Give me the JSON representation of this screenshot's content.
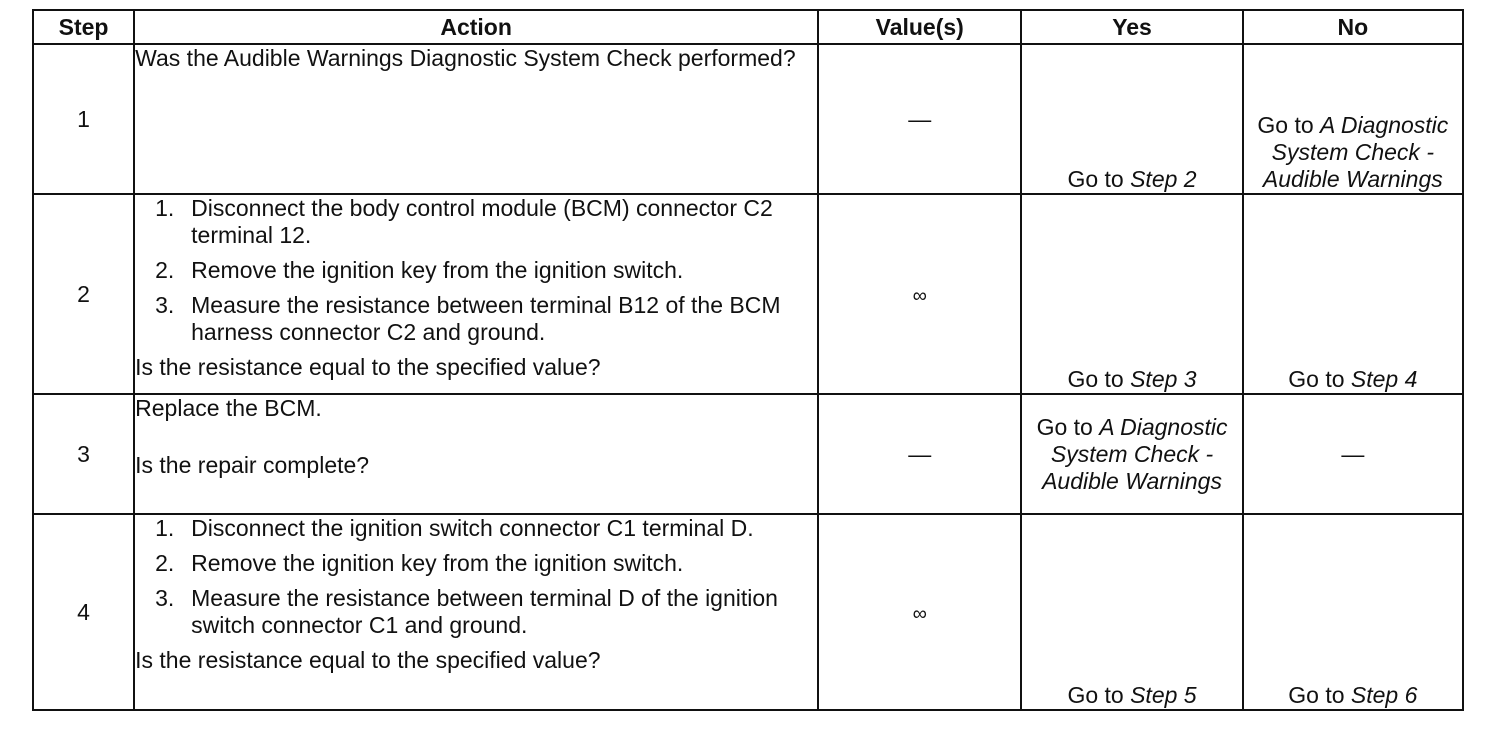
{
  "headers": {
    "step": "Step",
    "action": "Action",
    "values": "Value(s)",
    "yes": "Yes",
    "no": "No"
  },
  "rows": [
    {
      "step": "1",
      "action_text": "Was the Audible Warnings Diagnostic System Check performed?",
      "value": "—",
      "yes": {
        "prefix": "Go to ",
        "ref": "Step 2"
      },
      "no": {
        "prefix": "Go to ",
        "ref": "A Diagnostic System Check - Audible Warnings"
      }
    },
    {
      "step": "2",
      "items": [
        {
          "num": "1.",
          "text": "Disconnect the body control module (BCM) connector C2 terminal 12."
        },
        {
          "num": "2.",
          "text": "Remove the ignition key from the ignition switch."
        },
        {
          "num": "3.",
          "text": "Measure the resistance between terminal B12 of the BCM harness connector C2 and ground."
        }
      ],
      "question": "Is the resistance equal to the specified value?",
      "value": "∞",
      "yes": {
        "prefix": "Go to ",
        "ref": "Step 3"
      },
      "no": {
        "prefix": "Go to ",
        "ref": "Step 4"
      }
    },
    {
      "step": "3",
      "action_text": "Replace the BCM.",
      "question": "Is the repair complete?",
      "value": "—",
      "yes": {
        "prefix": "Go to ",
        "ref": "A Diagnostic System Check - Audible Warnings"
      },
      "no": "—"
    },
    {
      "step": "4",
      "items": [
        {
          "num": "1.",
          "text": "Disconnect the ignition switch connector C1 terminal D."
        },
        {
          "num": "2.",
          "text": "Remove the ignition key from the ignition switch."
        },
        {
          "num": "3.",
          "text": "Measure the resistance between terminal D of the ignition switch connector C1 and ground."
        }
      ],
      "question": "Is the resistance equal to the specified value?",
      "value": "∞",
      "yes": {
        "prefix": "Go to ",
        "ref": "Step 5"
      },
      "no": {
        "prefix": "Go to ",
        "ref": "Step 6"
      }
    }
  ]
}
